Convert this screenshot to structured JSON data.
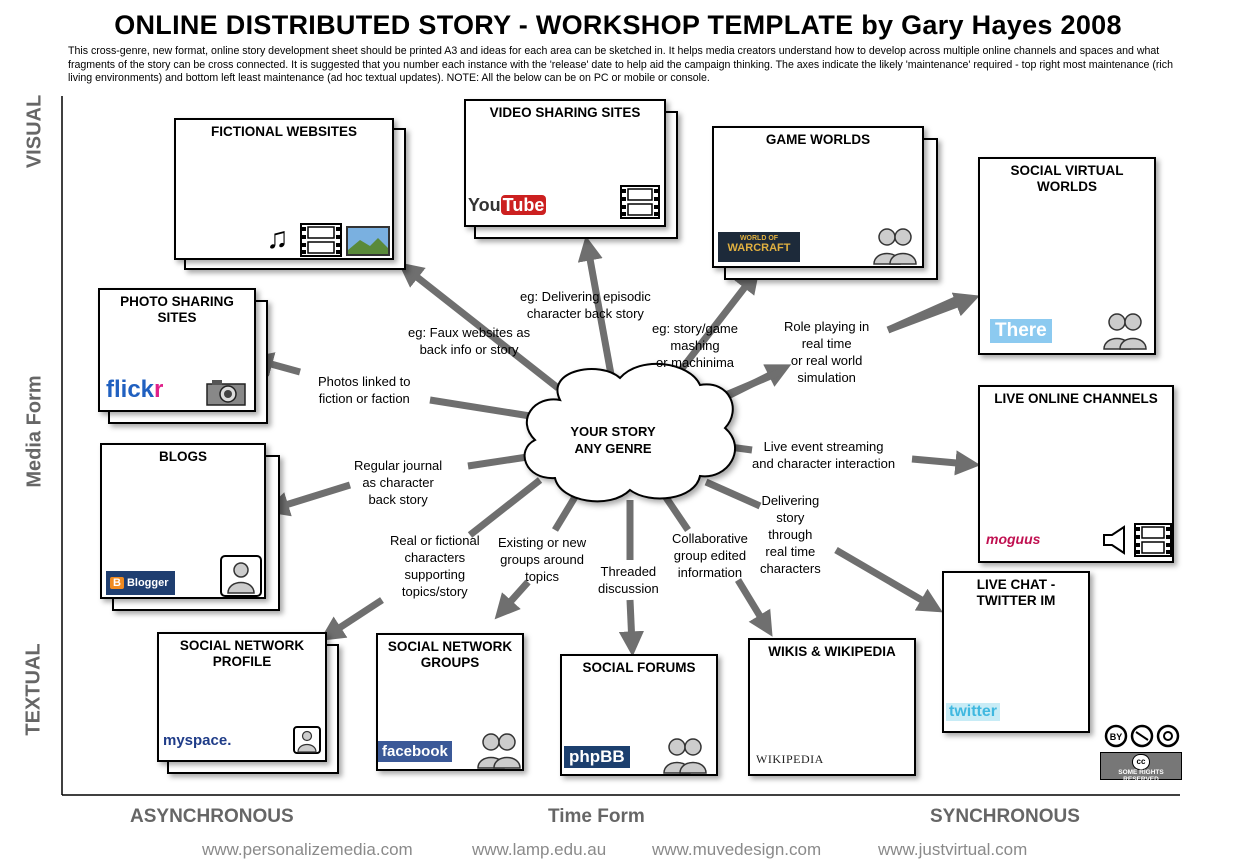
{
  "title": "ONLINE DISTRIBUTED STORY - WORKSHOP TEMPLATE by Gary Hayes 2008",
  "intro": "This cross-genre, new format, online story development sheet should be printed A3 and ideas for each area can be sketched in. It helps media creators understand how to develop across multiple online channels and spaces and what fragments of the story can be cross connected. It is suggested that you number each instance with the 'release' date to help aid the campaign thinking. The axes indicate the likely 'maintenance' required - top right most maintenance (rich living environments) and bottom left least maintenance (ad hoc textual updates). NOTE: All the below can be on PC or mobile or console.",
  "axes": {
    "visual": "VISUAL",
    "media_form": "Media Form",
    "textual": "TEXTUAL",
    "asynchronous": "ASYNCHRONOUS",
    "time_form": "Time Form",
    "synchronous": "SYNCHRONOUS"
  },
  "center": {
    "line1": "YOUR STORY",
    "line2": "ANY GENRE"
  },
  "cards": {
    "fictional_websites": "FICTIONAL WEBSITES",
    "video_sharing": "VIDEO SHARING SITES",
    "game_worlds": "GAME WORLDS",
    "social_virtual_worlds": "SOCIAL VIRTUAL WORLDS",
    "photo_sharing": "PHOTO SHARING SITES",
    "live_online_channels": "LIVE ONLINE CHANNELS",
    "blogs": "BLOGS",
    "live_chat": "LIVE CHAT - TWITTER IM",
    "social_network_profile": "SOCIAL NETWORK PROFILE",
    "social_network_groups": "SOCIAL NETWORK GROUPS",
    "social_forums": "SOCIAL FORUMS",
    "wikis": "WIKIS & WIKIPEDIA"
  },
  "labels": {
    "faux": "eg: Faux websites as\nback info or story",
    "episodic": "eg: Delivering episodic\ncharacter back story",
    "mashing": "eg: story/game\nmashing\nor machinima",
    "roleplay": "Role playing in\nreal time\nor real world\nsimulation",
    "photos": "Photos linked to\nfiction or faction",
    "live_event": "Live event streaming\nand character interaction",
    "journal": "Regular journal\nas character\nback story",
    "delivering": "Delivering\nstory\nthrough\nreal time\ncharacters",
    "real_fictional": "Real or fictional\ncharacters\nsupporting\ntopics/story",
    "existing": "Existing or new\ngroups around\ntopics",
    "threaded": "Threaded\ndiscussion",
    "collaborative": "Collaborative\ngroup edited\ninformation"
  },
  "logos": {
    "youtube_you": "You",
    "youtube_tube": "Tube",
    "warcraft": "WARCRAFT",
    "warcraft_top": "WORLD OF",
    "there": "There",
    "flickr_a": "flick",
    "flickr_b": "r",
    "moguls": "moguus",
    "blogger": "Blogger",
    "twitter": "twitter",
    "myspace": "myspace.",
    "facebook": "facebook",
    "phpbb": "phpBB",
    "wikipedia": "WIKIPEDIA",
    "cc_rights": "SOME RIGHTS RESERVED"
  },
  "urls": [
    "www.personalizemedia.com",
    "www.lamp.edu.au",
    "www.muvedesign.com",
    "www.justvirtual.com"
  ],
  "colors": {
    "arrow": "#6f6f6f",
    "axis_text": "#666666",
    "url_text": "#8a8a8a"
  }
}
